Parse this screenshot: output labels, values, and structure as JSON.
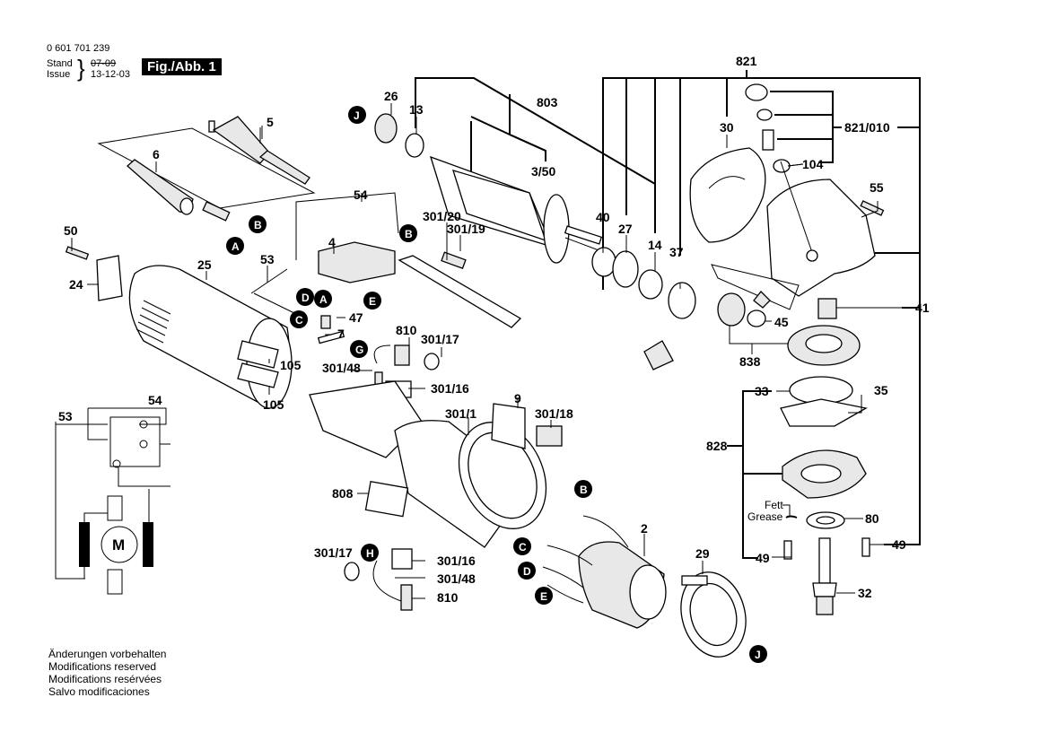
{
  "header": {
    "document_number": "0 601 701 239",
    "stand_label": "Stand",
    "issue_label": "Issue",
    "stand_value": "07-09",
    "issue_value": "13-12-03",
    "figure_tag": "Fig./Abb. 1"
  },
  "notes": [
    "Änderungen vorbehalten",
    "Modifications reserved",
    "Modifications resérvées",
    "Salvo modificaciones"
  ],
  "parts": {
    "p821": "821",
    "p803": "803",
    "p821_010": "821/010",
    "p104": "104",
    "p26": "26",
    "p13": "13",
    "p3_50": "3/50",
    "p40": "40",
    "p27": "27",
    "p14": "14",
    "p37": "37",
    "p30": "30",
    "p55": "55",
    "p5": "5",
    "p6": "6",
    "p54": "54",
    "p301_20": "301/20",
    "p301_19": "301/19",
    "p4": "4",
    "p50": "50",
    "p24": "24",
    "p25": "25",
    "p53": "53",
    "p47": "47",
    "p7": "7",
    "p810a": "810",
    "p301_17a": "301/17",
    "p301_48a": "301/48",
    "p301_16a": "301/16",
    "p105a": "105",
    "p105b": "105",
    "p41": "41",
    "p45": "45",
    "p838": "838",
    "p33": "33",
    "p35": "35",
    "p828": "828",
    "p80": "80",
    "p49a": "49",
    "p49b": "49",
    "p32": "32",
    "p9": "9",
    "p301_1": "301/1",
    "p301_18": "301/18",
    "p808": "808",
    "p301_17b": "301/17",
    "p301_16b": "301/16",
    "p301_48b": "301/48",
    "p810b": "810",
    "p2": "2",
    "p29": "29",
    "s54": "54",
    "s53": "53"
  },
  "callouts": {
    "A": "A",
    "B": "B",
    "C": "C",
    "D": "D",
    "E": "E",
    "G": "G",
    "H": "H",
    "J": "J"
  },
  "annotations": {
    "fett": "Fett",
    "grease": "Grease",
    "motor": "M"
  }
}
